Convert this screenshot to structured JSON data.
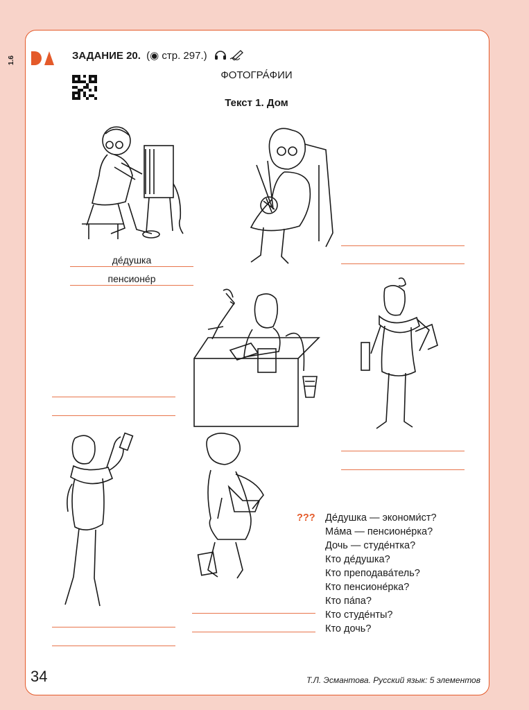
{
  "side_label": "1.6",
  "header": {
    "task": "ЗАДАНИЕ 20.",
    "ref": "(◉ стр. 297.)",
    "icons": [
      "headphones-icon",
      "pencil-writing-icon"
    ]
  },
  "title": "ФОТОГРА́ФИИ",
  "subtitle": "Текст 1. Дом",
  "answers": {
    "grandpa_1": "де́душка",
    "grandpa_2": "пенсионе́р"
  },
  "questions": {
    "marks": "???",
    "items": [
      "Де́душка — экономи́ст?",
      "Ма́ма — пенсионе́рка?",
      "Дочь — студе́нтка?",
      "Кто де́душка?",
      "Кто преподава́тель?",
      "Кто пенсионе́рка?",
      "Кто па́па?",
      "Кто студе́нты?",
      "Кто дочь?"
    ]
  },
  "footer": {
    "page_number": "34",
    "source": "Т.Л. Эсмантова. Русский язык: 5 элементов"
  },
  "colors": {
    "accent": "#e45a2a",
    "line": "#e8744a",
    "background": "#f8d3c9"
  }
}
